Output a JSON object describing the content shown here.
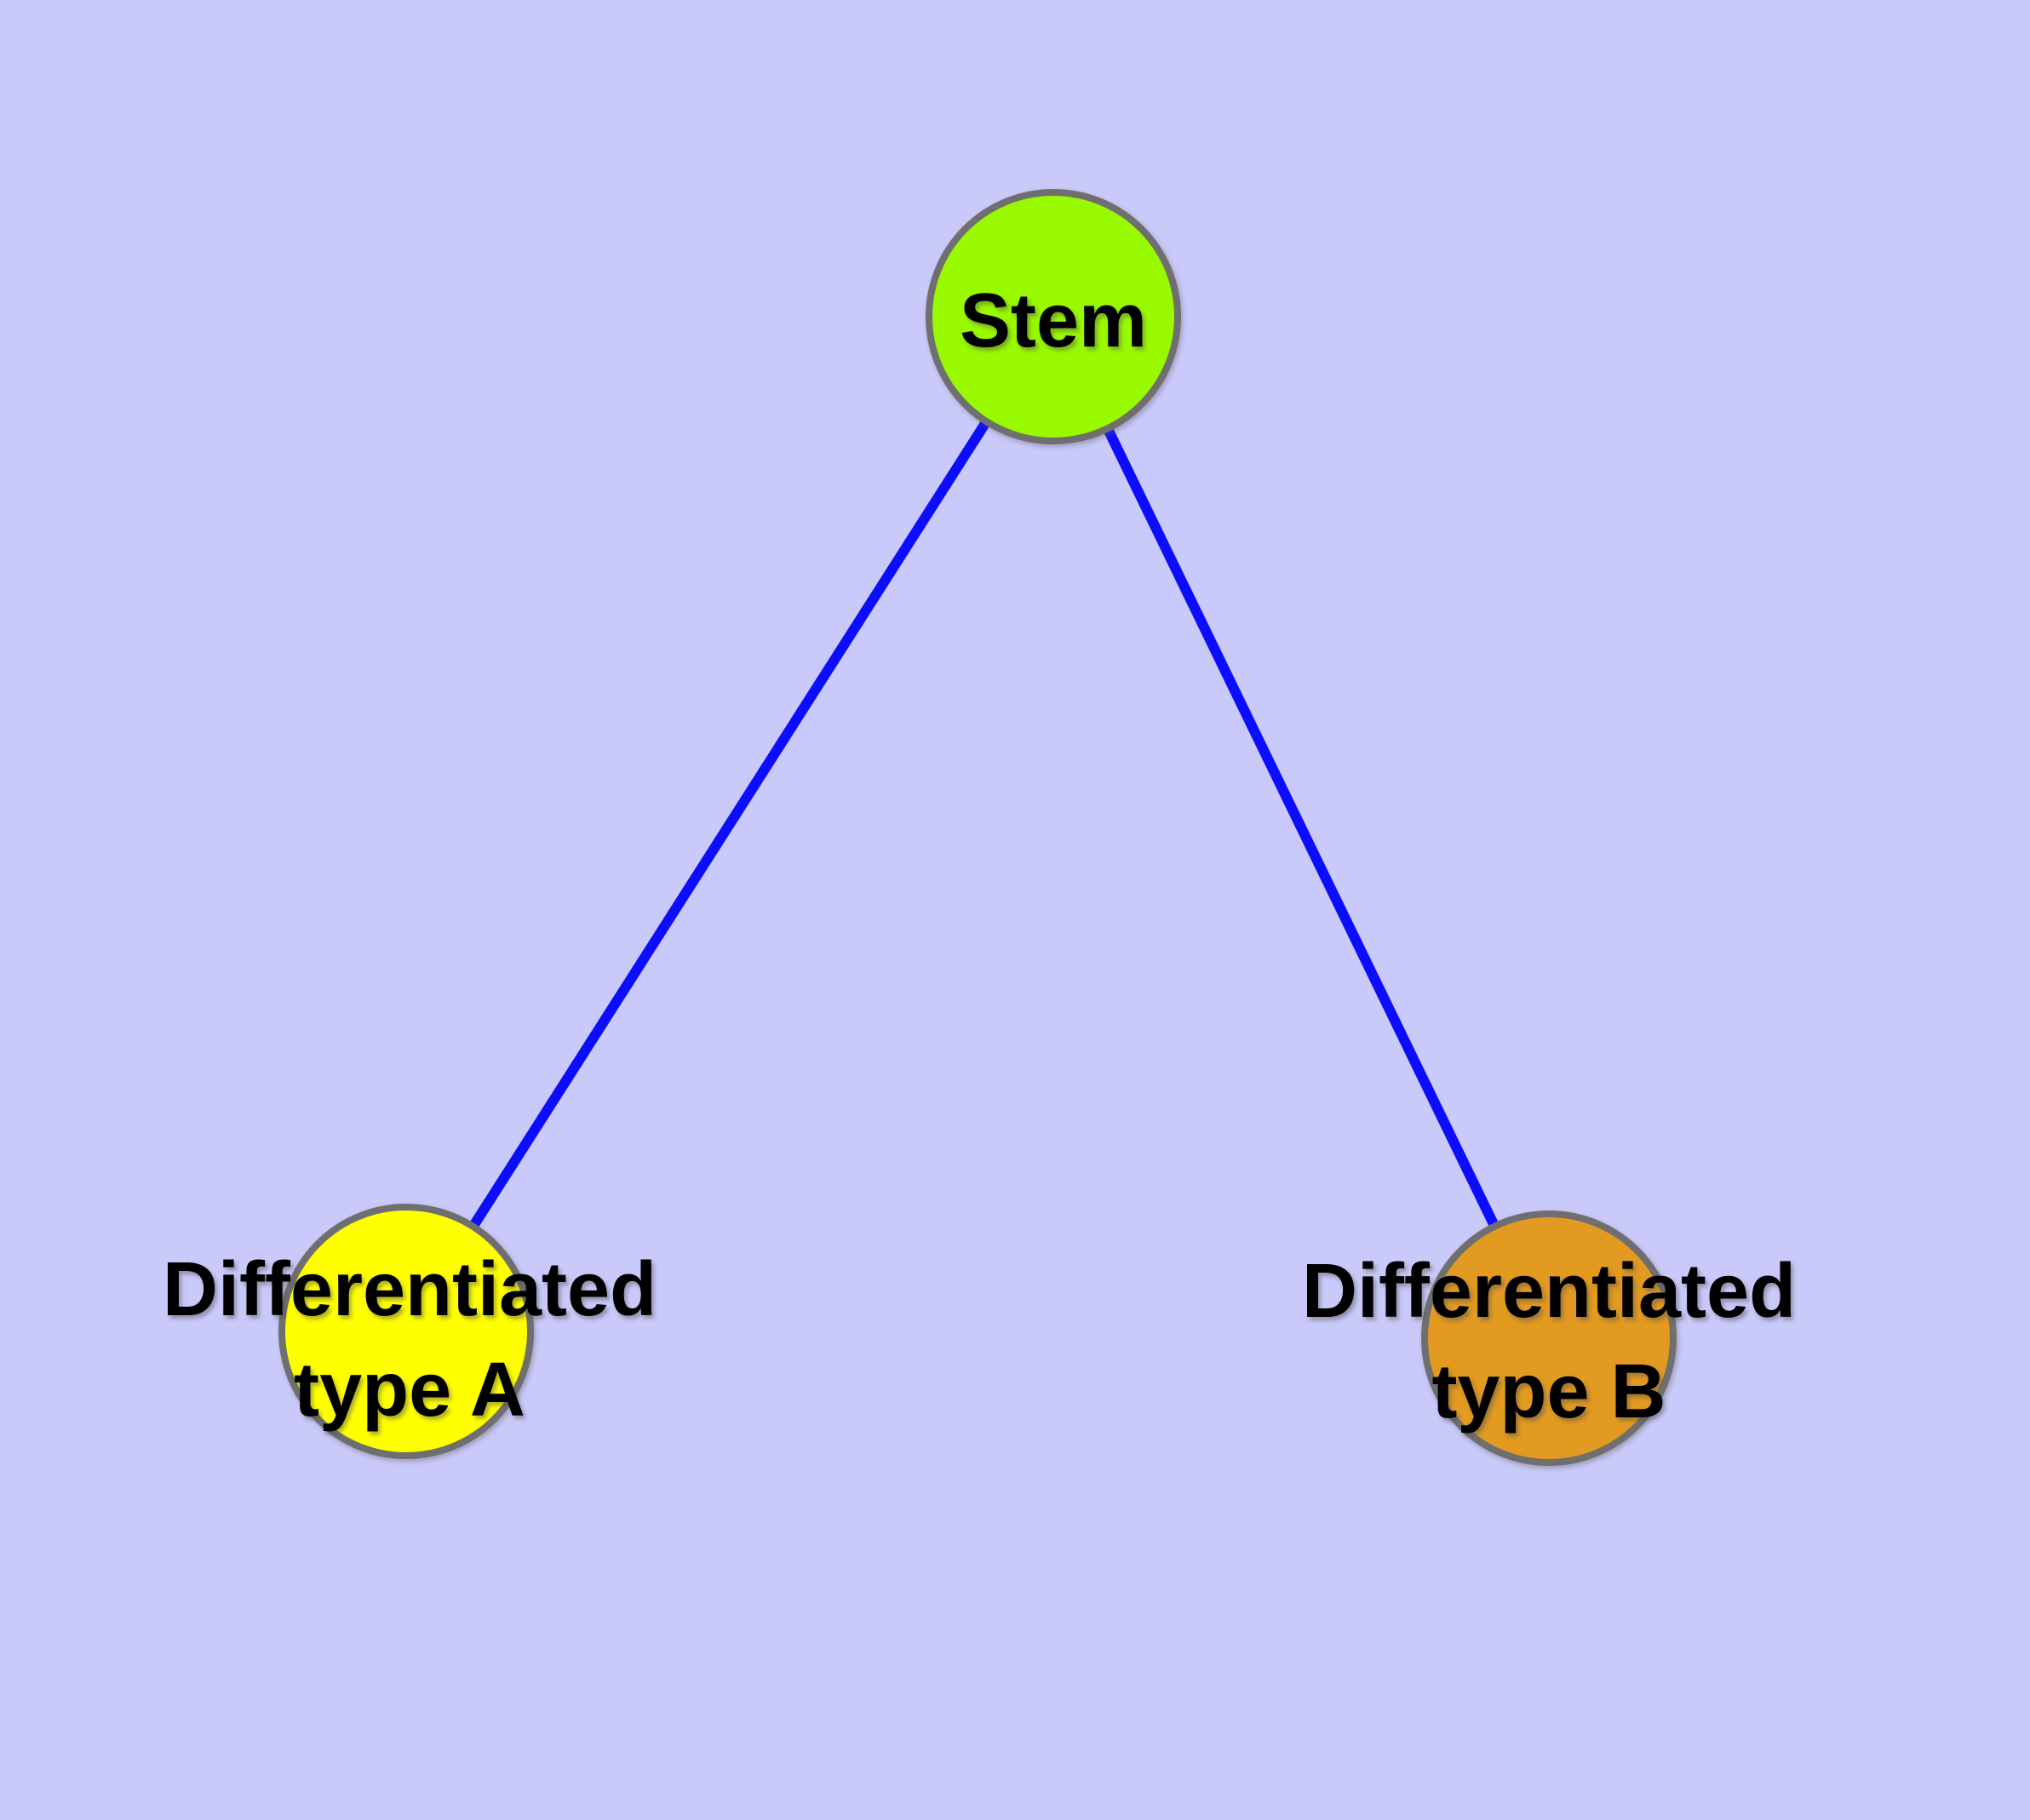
{
  "canvas": {
    "background_color": "#C9C9FA"
  },
  "edges": {
    "color": "#0C0CFF",
    "items": [
      {
        "from": "Stem",
        "to": "Differentiated type A"
      },
      {
        "from": "Stem",
        "to": "Differentiated type B"
      }
    ]
  },
  "nodes": {
    "stem": {
      "label": "Stem",
      "fill": "#99FA00",
      "stroke": "#6F6F6F"
    },
    "type_a": {
      "label": "Differentiated\ntype A",
      "fill": "#FFFF00",
      "stroke": "#6F6F6F"
    },
    "type_b": {
      "label": "Differentiated\ntype B",
      "fill": "#E29A20",
      "stroke": "#6F6F6F"
    }
  }
}
